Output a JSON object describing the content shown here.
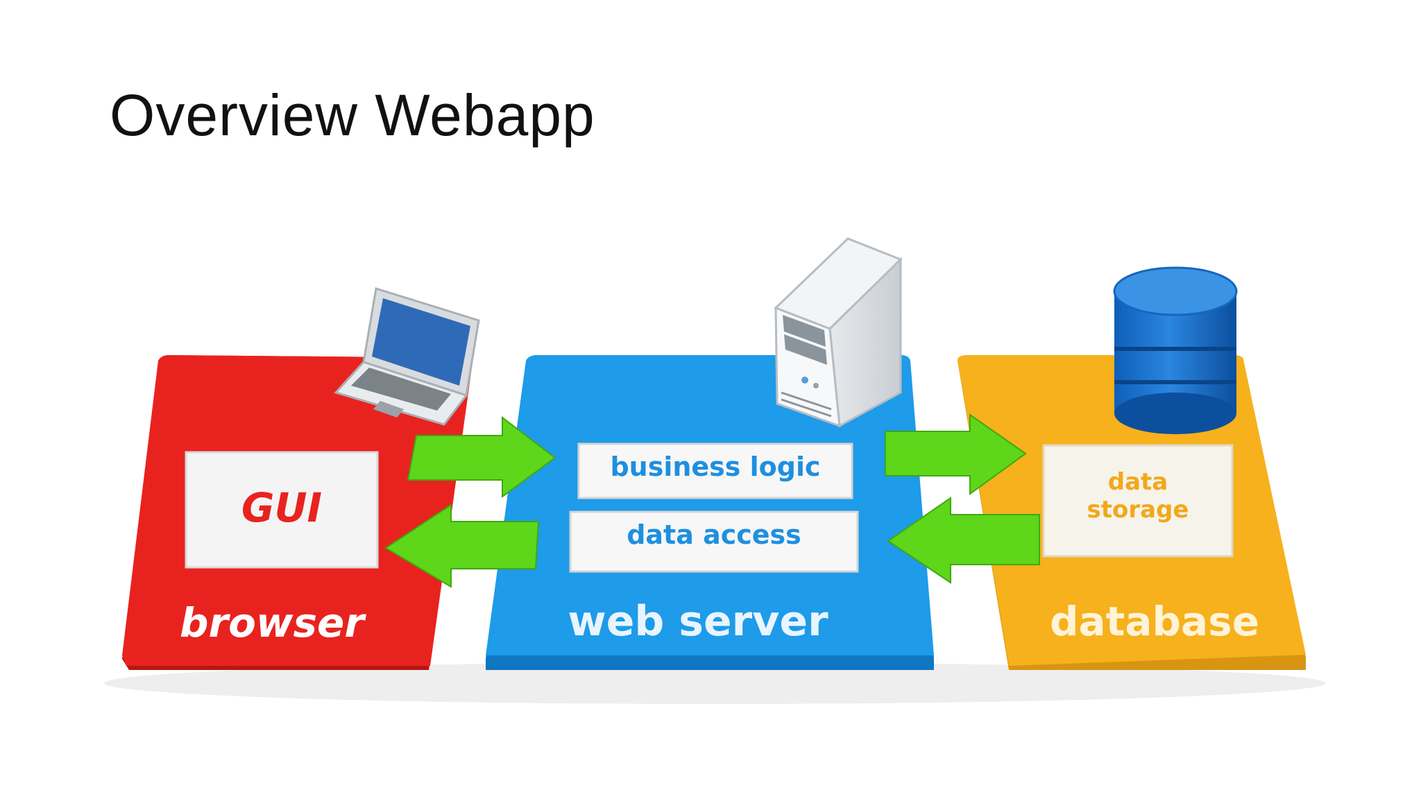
{
  "slide": {
    "title": "Overview Webapp"
  },
  "diagram": {
    "browser": {
      "label": "browser",
      "card": "GUI",
      "color": "#e8231f"
    },
    "webserver": {
      "label": "web server",
      "card_top": "business logic",
      "card_bottom": "data access",
      "color": "#1e9be9"
    },
    "database": {
      "label": "database",
      "card_line1": "data",
      "card_line2": "storage",
      "color": "#f6b11c"
    },
    "arrow_color": "#5ed61a",
    "icons": [
      "laptop-icon",
      "server-tower-icon",
      "database-cylinder-icon"
    ]
  }
}
